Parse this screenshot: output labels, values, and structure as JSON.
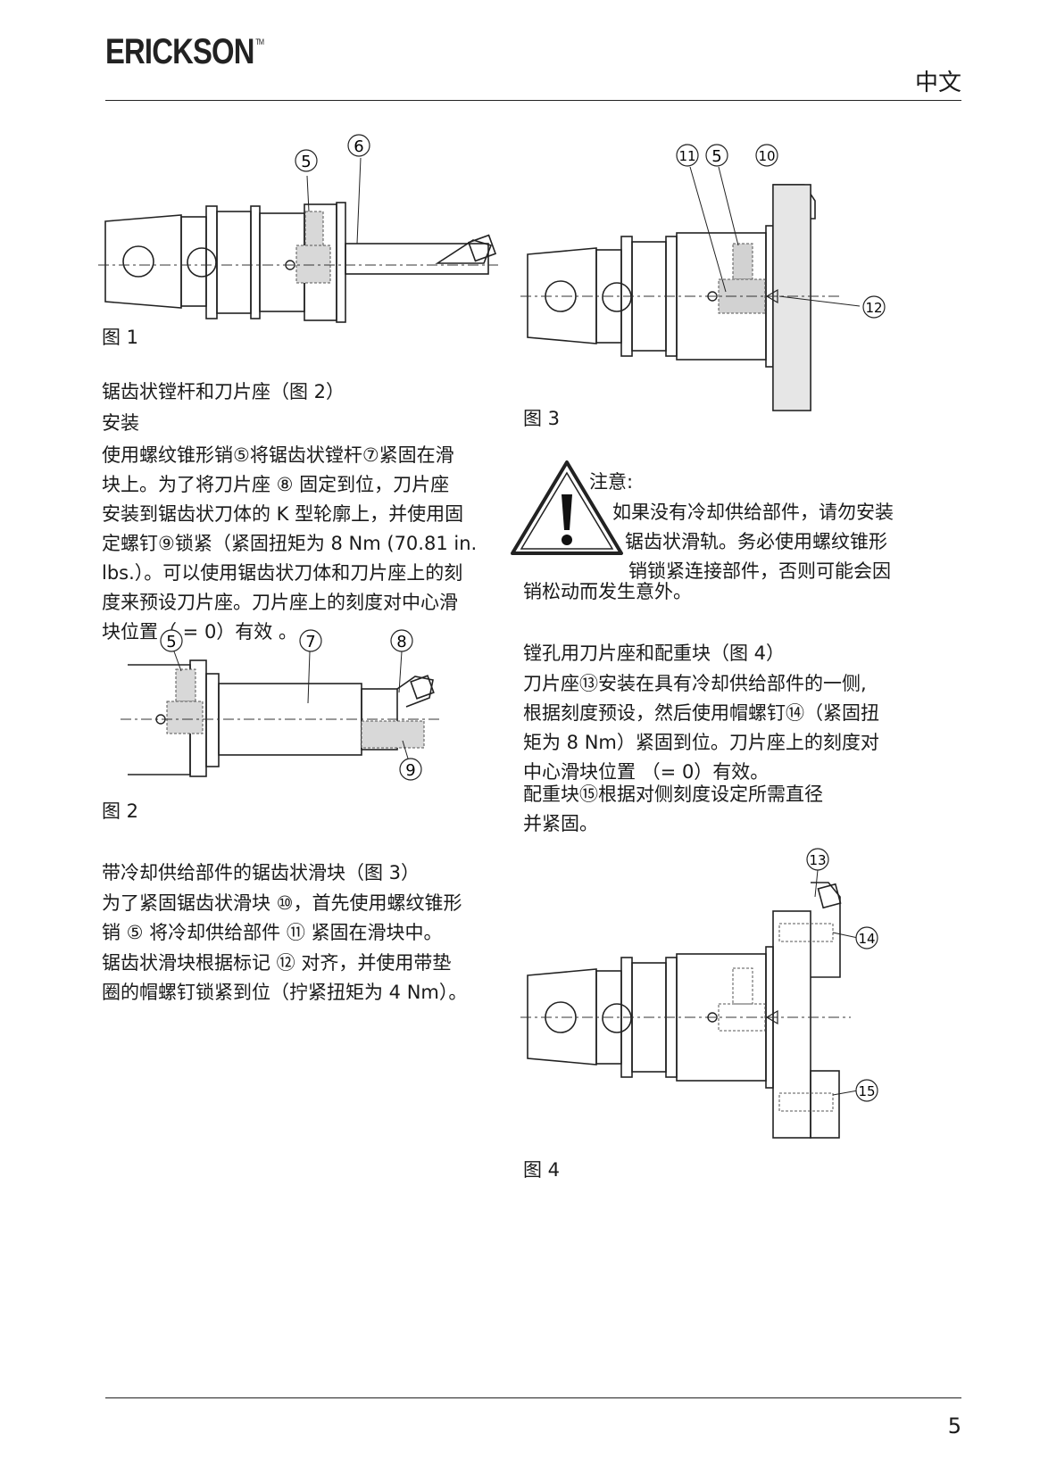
{
  "header": {
    "brand": "ERICKSON",
    "tm": "TM",
    "language": "中文"
  },
  "footer": {
    "page_number": "5"
  },
  "figures": {
    "fig1": {
      "caption": "图 1",
      "callouts": [
        "5",
        "6"
      ]
    },
    "fig2": {
      "caption": "图 2",
      "callouts": [
        "5",
        "7",
        "8",
        "9"
      ]
    },
    "fig3": {
      "caption": "图 3",
      "callouts": [
        "11",
        "5",
        "10",
        "12"
      ]
    },
    "fig4": {
      "caption": "图 4",
      "callouts": [
        "13",
        "14",
        "15"
      ]
    }
  },
  "left": {
    "section1": {
      "heading": "锯齿状镗杆和刀片座（图 2）",
      "subheading": "安装",
      "lines": [
        "使用螺纹锥形销⑤将锯齿状镗杆⑦紧固在滑",
        "块上。为了将刀片座 ⑧ 固定到位，刀片座",
        "安装到锯齿状刀体的 K 型轮廓上，并使用固",
        "定螺钉⑨锁紧（紧固扭矩为 8 Nm (70.81 in.",
        "lbs.）。可以使用锯齿状刀体和刀片座上的刻",
        "度来预设刀片座。刀片座上的刻度对中心滑",
        "块位置（ = 0）有效 。"
      ]
    },
    "section2": {
      "heading": "带冷却供给部件的锯齿状滑块（图 3）",
      "para1": [
        "为了紧固锯齿状滑块 ⑩，首先使用螺纹锥形",
        "销 ⑤ 将冷却供给部件 ⑪ 紧固在滑块中。"
      ],
      "para2": [
        "锯齿状滑块根据标记 ⑫ 对齐，并使用带垫",
        "圈的帽螺钉锁紧到位（拧紧扭矩为 4 Nm）。"
      ]
    }
  },
  "right": {
    "warning": {
      "title": "注意:",
      "lines": [
        "如果没有冷却供给部件，请勿安装",
        "锯齿状滑轨。务必使用螺纹锥形",
        "销锁紧连接部件，否则可能会因",
        "销松动而发生意外。"
      ]
    },
    "section3": {
      "heading": "镗孔用刀片座和配重块（图 4）",
      "para1": [
        "刀片座⑬安装在具有冷却供给部件的一侧,",
        "根据刻度预设，然后使用帽螺钉⑭（紧固扭",
        "矩为 8 Nm）紧固到位。刀片座上的刻度对",
        "中心滑块位置 （= 0）有效。"
      ],
      "para2": [
        "配重块⑮根据对侧刻度设定所需直径",
        "并紧固。"
      ]
    }
  }
}
